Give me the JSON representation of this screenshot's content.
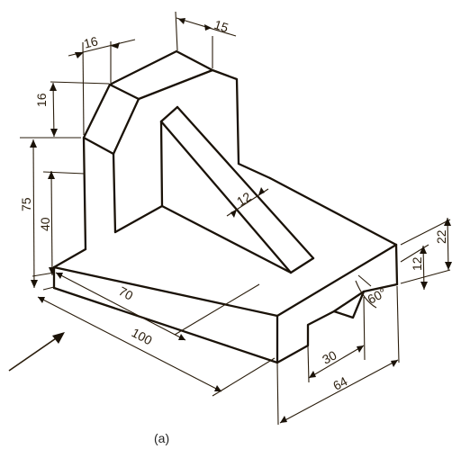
{
  "figure": {
    "caption": "(a)",
    "dimensions": {
      "top_width": "16",
      "top_depth": "15",
      "upper_height": "16",
      "overall_height": "75",
      "base_height": "40",
      "rib_thickness": "12",
      "base_length": "70",
      "overall_length": "100",
      "slot_depth": "12",
      "base_end_height": "22",
      "slot_angle": "60°",
      "slot_width": "30",
      "overall_width": "64"
    }
  }
}
